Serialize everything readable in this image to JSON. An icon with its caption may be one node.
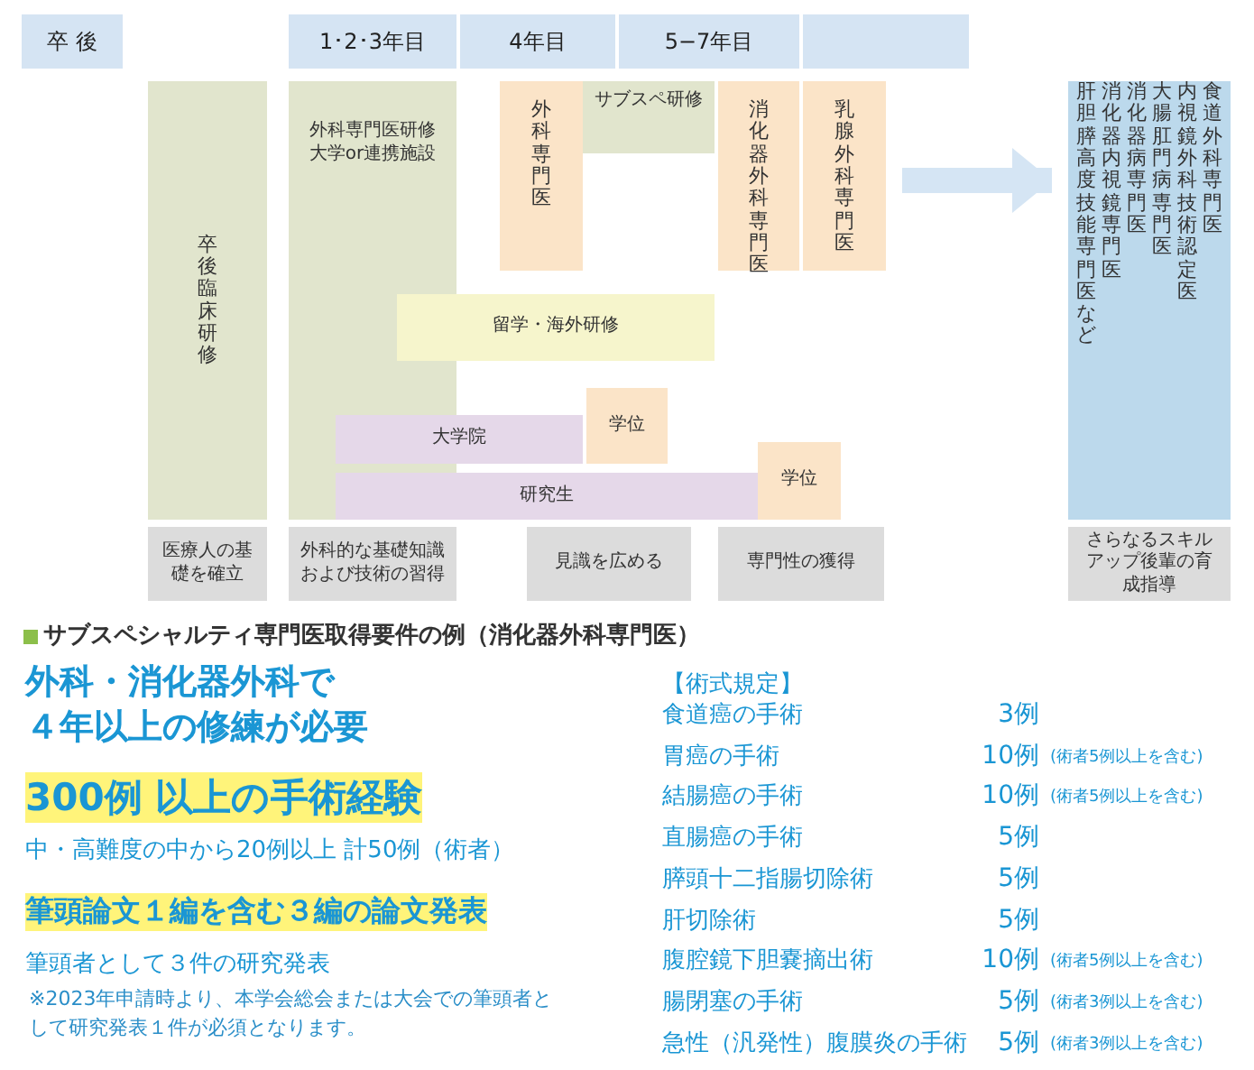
{
  "diagram": {
    "nodes": [
      {
        "text": [
          "卒 後"
        ]
      },
      {
        "text": [
          "1･2･3年目"
        ]
      },
      {
        "text": [
          "4年目"
        ]
      },
      {
        "text": [
          "5−7年目"
        ]
      },
      {
        "text": [],
        "shape": "box"
      },
      {
        "text": [
          "卒後臨床研修"
        ]
      },
      {
        "text": [
          "外科専門医研修大学or連携施設"
        ]
      },
      {
        "text": [
          "外科専門医"
        ]
      },
      {
        "text": [
          "サブスペ研修"
        ]
      },
      {
        "text": [
          "消化器外科専門医"
        ]
      },
      {
        "text": [
          "乳腺外科専門医"
        ]
      },
      {
        "text": [
          "留学・海外研修"
        ]
      },
      {
        "text": [
          "大学院"
        ]
      },
      {
        "text": [
          "学位"
        ]
      },
      {
        "text": [
          "研究生"
        ]
      },
      {
        "text": [
          "学位"
        ]
      },
      {
        "text": [
          "食道外科専門医",
          "内視鏡外科技術認定医",
          "大腸肛門病専門医",
          "消化器病専門医",
          "消化器内視鏡専門医",
          "肝胆膵高度技能専門医など"
        ]
      },
      {
        "text": [
          "医療人の基礎を確立"
        ]
      },
      {
        "text": [
          "外科的な基礎知識および技術の習得"
        ]
      },
      {
        "text": [
          "見識を広める"
        ]
      },
      {
        "text": [
          "専門性の獲得"
        ]
      },
      {
        "text": [
          "さらなるスキルアップ後輩の育成指導"
        ]
      }
    ],
    "edges": [
      {
        "from": 10,
        "to": 16,
        "arrow": "to"
      }
    ],
    "labels": [
      "サブスペシャルティ専門医取得要件の例（消化器外科専門医）",
      "外科・消化器外科で４年以上の修練が必要",
      "300例 以上の手術経験",
      "中・高難度の中から20例以上 計50例（術者）",
      "筆頭論文１編を含む３編の論文発表",
      "筆頭者として３件の研究発表",
      "※2023年申請時より、本学会総会または大会での筆頭者として研究発表１件が必須となります。",
      "【術式規定】",
      "食道癌の手術",
      "3例",
      "胃癌の手術",
      "10例",
      "(術者5例以上を含む)",
      "結腸癌の手術",
      "10例",
      "(術者5例以上を含む)",
      "直腸癌の手術",
      "5例",
      "膵頭十二指腸切除術",
      "5例",
      "肝切除術",
      "5例",
      "腹腔鏡下胆嚢摘出術",
      "10例",
      "(術者5例以上を含む)",
      "腸閉塞の手術",
      "5例",
      "(術者3例以上を含む)",
      "急性（汎発性）腹膜炎の手術",
      "5例",
      "(術者3例以上を含む)"
    ]
  }
}
